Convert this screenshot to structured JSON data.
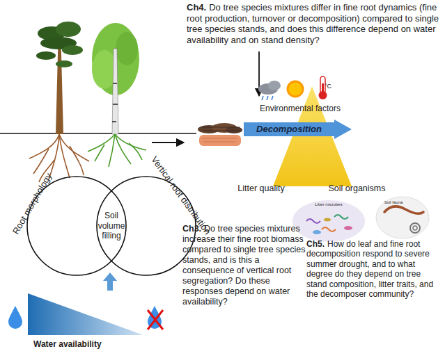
{
  "diagram": {
    "nodes": [
      {
        "text": [
          "Root morphology"
        ]
      },
      {
        "text": [
          "Vertical root distribution"
        ]
      },
      {
        "text": [
          "Decomposition"
        ]
      }
    ],
    "labels": [
      "Ch4.",
      "Do tree species mixtures differ in fine root dynamics (fine root production, turnover or decomposition) compared to single tree species stands, and does this difference depend on water availability and on stand density?",
      "Environmental factors",
      "Litter quality",
      "Soil organisms",
      "Litter microbes",
      "Soil fauna",
      "Soil volume filling",
      "Ch3.",
      "Do tree species mixtures increase their fine root biomass compared to single tree species stands, and is this a consequence of vertical root segregation? Do these responses depend on water availability?",
      "Ch5.",
      "How do leaf and fine root decomposition respond to severe summer drought, and to what degree do they depend on tree stand composition, litter traits, and the decomposer community?",
      "Water availability",
      "°C"
    ]
  }
}
